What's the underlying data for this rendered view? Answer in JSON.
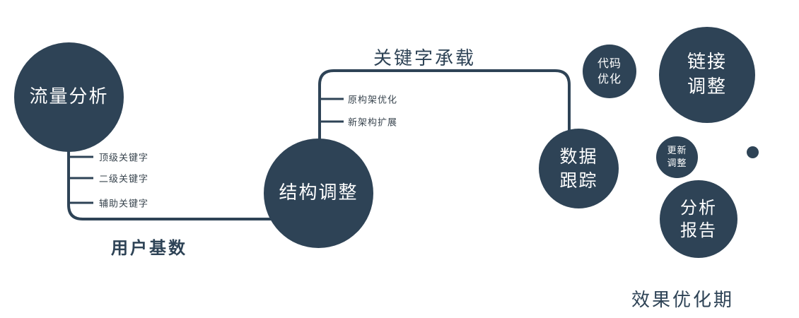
{
  "diagram": {
    "colors": {
      "node_fill": "#2e4356",
      "node_text": "#ffffff",
      "line": "#2e4356",
      "label_text": "#2e4356",
      "background": "#ffffff"
    },
    "nodes": {
      "traffic": {
        "label": "流量分析"
      },
      "structure": {
        "label": "结构调整"
      },
      "tracking": {
        "line1": "数据",
        "line2": "跟踪"
      },
      "code": {
        "line1": "代码",
        "line2": "优化"
      },
      "link": {
        "line1": "链接",
        "line2": "调整"
      },
      "update": {
        "line1": "更新",
        "line2": "调整"
      },
      "report": {
        "line1": "分析",
        "line2": "报告"
      }
    },
    "edges": {
      "user_base": {
        "label": "用户基数"
      },
      "keyword_carry": {
        "label": "关键字承载"
      }
    },
    "ticks_left": [
      "顶级关键字",
      "二级关键字",
      "辅助关键字"
    ],
    "ticks_mid": [
      "原构架优化",
      "新架构扩展"
    ],
    "caption": "效果优化期"
  }
}
